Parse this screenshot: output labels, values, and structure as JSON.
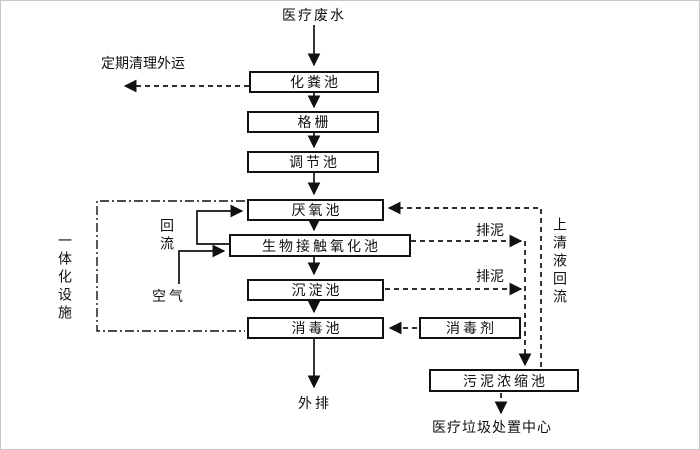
{
  "nodes": {
    "source": "医疗废水",
    "septic_tank": "化粪池",
    "bar_screen": "格栅",
    "regulating_tank": "调节池",
    "anaerobic_tank": "厌氧池",
    "bio_contact_oxidation_tank": "生物接触氧化池",
    "sedimentation_tank": "沉淀池",
    "disinfection_tank": "消毒池",
    "disinfectant": "消毒剂",
    "sludge_thickening_tank": "污泥浓缩池",
    "outfall": "外排",
    "disposal_center": "医疗垃圾处置中心"
  },
  "labels": {
    "periodic_cleanout": "定期清理外运",
    "reflux": "回流",
    "air": "空气",
    "integrated_facility": "一体化设施",
    "sludge_discharge_upper": "排泥",
    "sludge_discharge_lower": "排泥",
    "supernatant_reflux": "上清液回流"
  }
}
